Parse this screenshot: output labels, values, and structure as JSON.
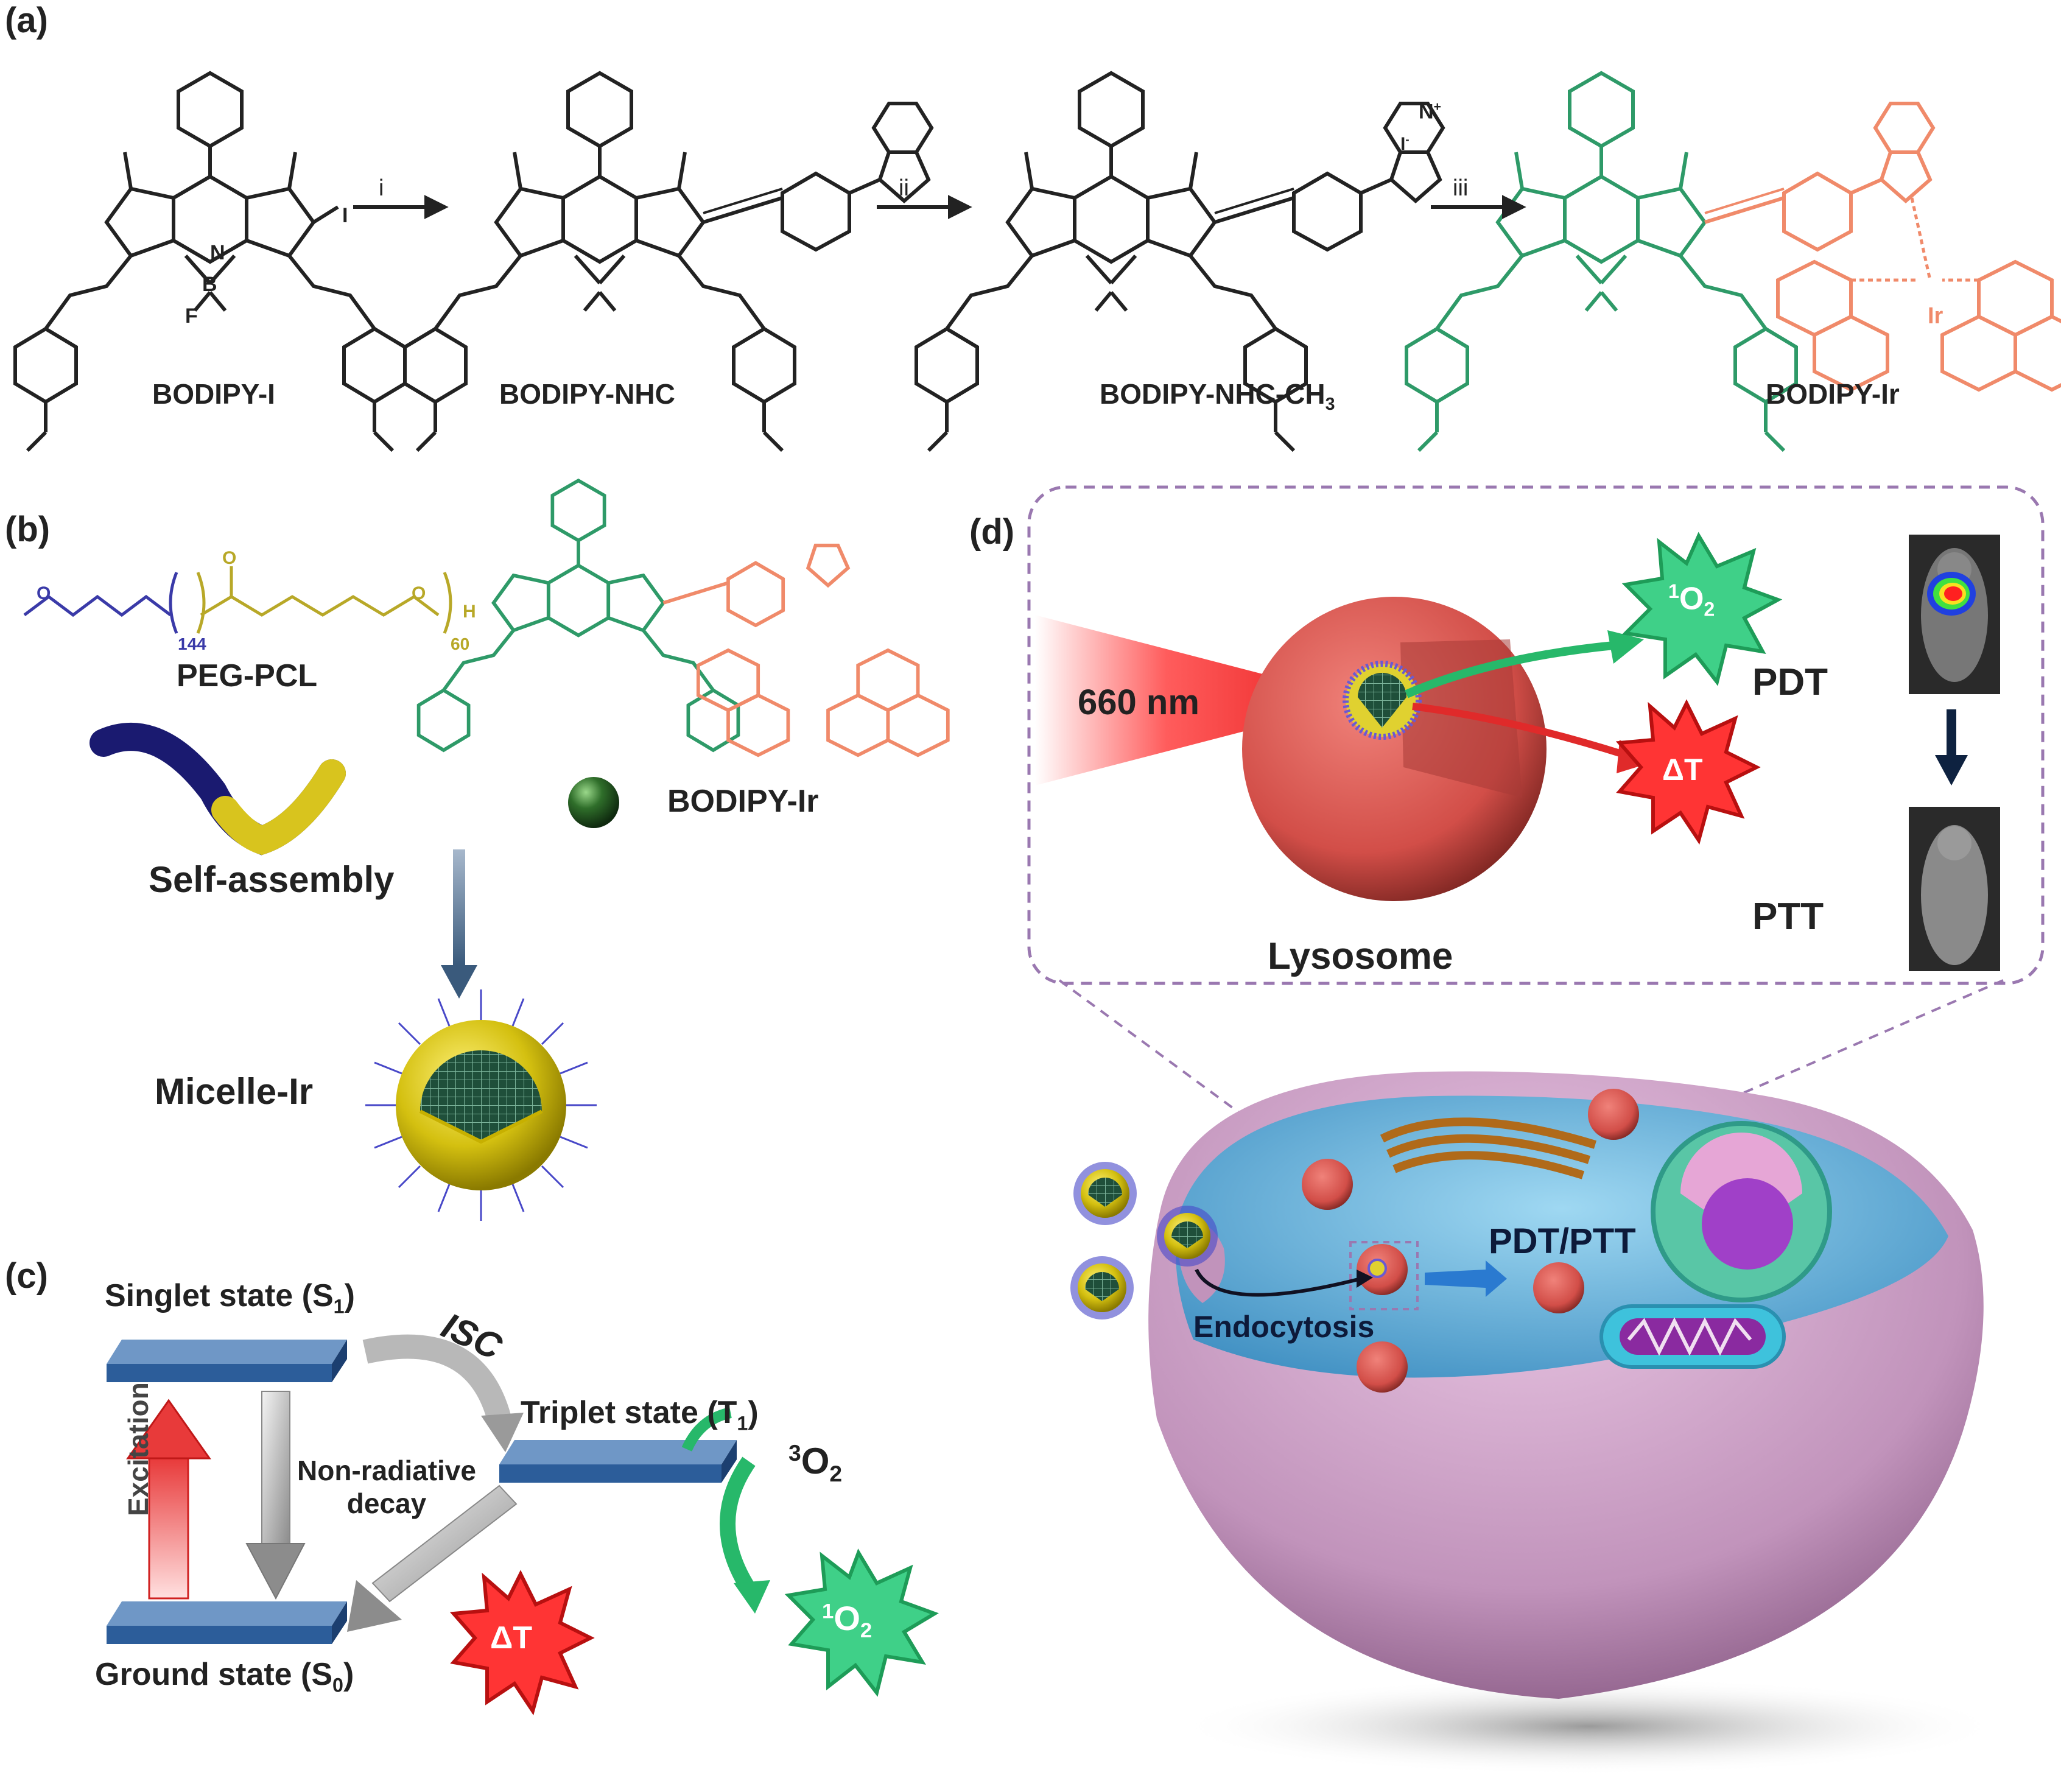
{
  "panels": {
    "a": "(a)",
    "b": "(b)",
    "c": "(c)",
    "d": "(d)"
  },
  "scheme_a": {
    "compounds": [
      "BODIPY-I",
      "BODIPY-NHC",
      "BODIPY-NHC-CH",
      "BODIPY-Ir"
    ],
    "compound3_subscript": "3",
    "reagents": [
      "i",
      "ii",
      "iii"
    ],
    "atoms": {
      "N": "N",
      "B": "B",
      "F": "F",
      "I": "I",
      "Ir": "Ir",
      "N_plus": "N",
      "plus": "+",
      "iodide": "I",
      "minus": "-"
    }
  },
  "panel_b": {
    "polymer_name": "PEG-PCL",
    "repeat_peg": "144",
    "repeat_pcl": "60",
    "o_atom": "O",
    "h_atom": "H",
    "dye_label": "BODIPY-Ir",
    "step": "Self-assembly",
    "product": "Micelle-Ir"
  },
  "panel_c": {
    "s1": "Singlet state (S",
    "s1_sub": "1",
    "t1": "Triplet state (T",
    "t1_sub": "1",
    "s0": "Ground state (S",
    "s0_sub": "0",
    "close": ")",
    "isc": "ISC",
    "excitation": "Excitation",
    "nonrad_line1": "Non-radiative",
    "nonrad_line2": "decay",
    "o2_triplet_sup": "3",
    "o2": "O",
    "o2_sub": "2",
    "o2_singlet_sup": "1",
    "delta_t": "ΔT"
  },
  "panel_d": {
    "wavelength": "660 nm",
    "organelle": "Lysosome",
    "pdt": "PDT",
    "ptt": "PTT",
    "singlet_o2_sup": "1",
    "singlet_o2": "O",
    "singlet_o2_sub": "2",
    "delta_t": "ΔT",
    "combined": "PDT/PTT",
    "uptake": "Endocytosis"
  },
  "colors": {
    "bodipy_core": "#2e9a68",
    "iridium_ligand": "#f08a6a",
    "peg": "#3a3aa8",
    "pcl": "#b8a828",
    "state_bar": "#2c5d9a",
    "singlet_oxygen": "#2fc276",
    "heat": "#ee2a2a",
    "cell": "#cfa3c8",
    "lysosome": "#e2605a",
    "dashed_frame": "#9a78b0"
  }
}
